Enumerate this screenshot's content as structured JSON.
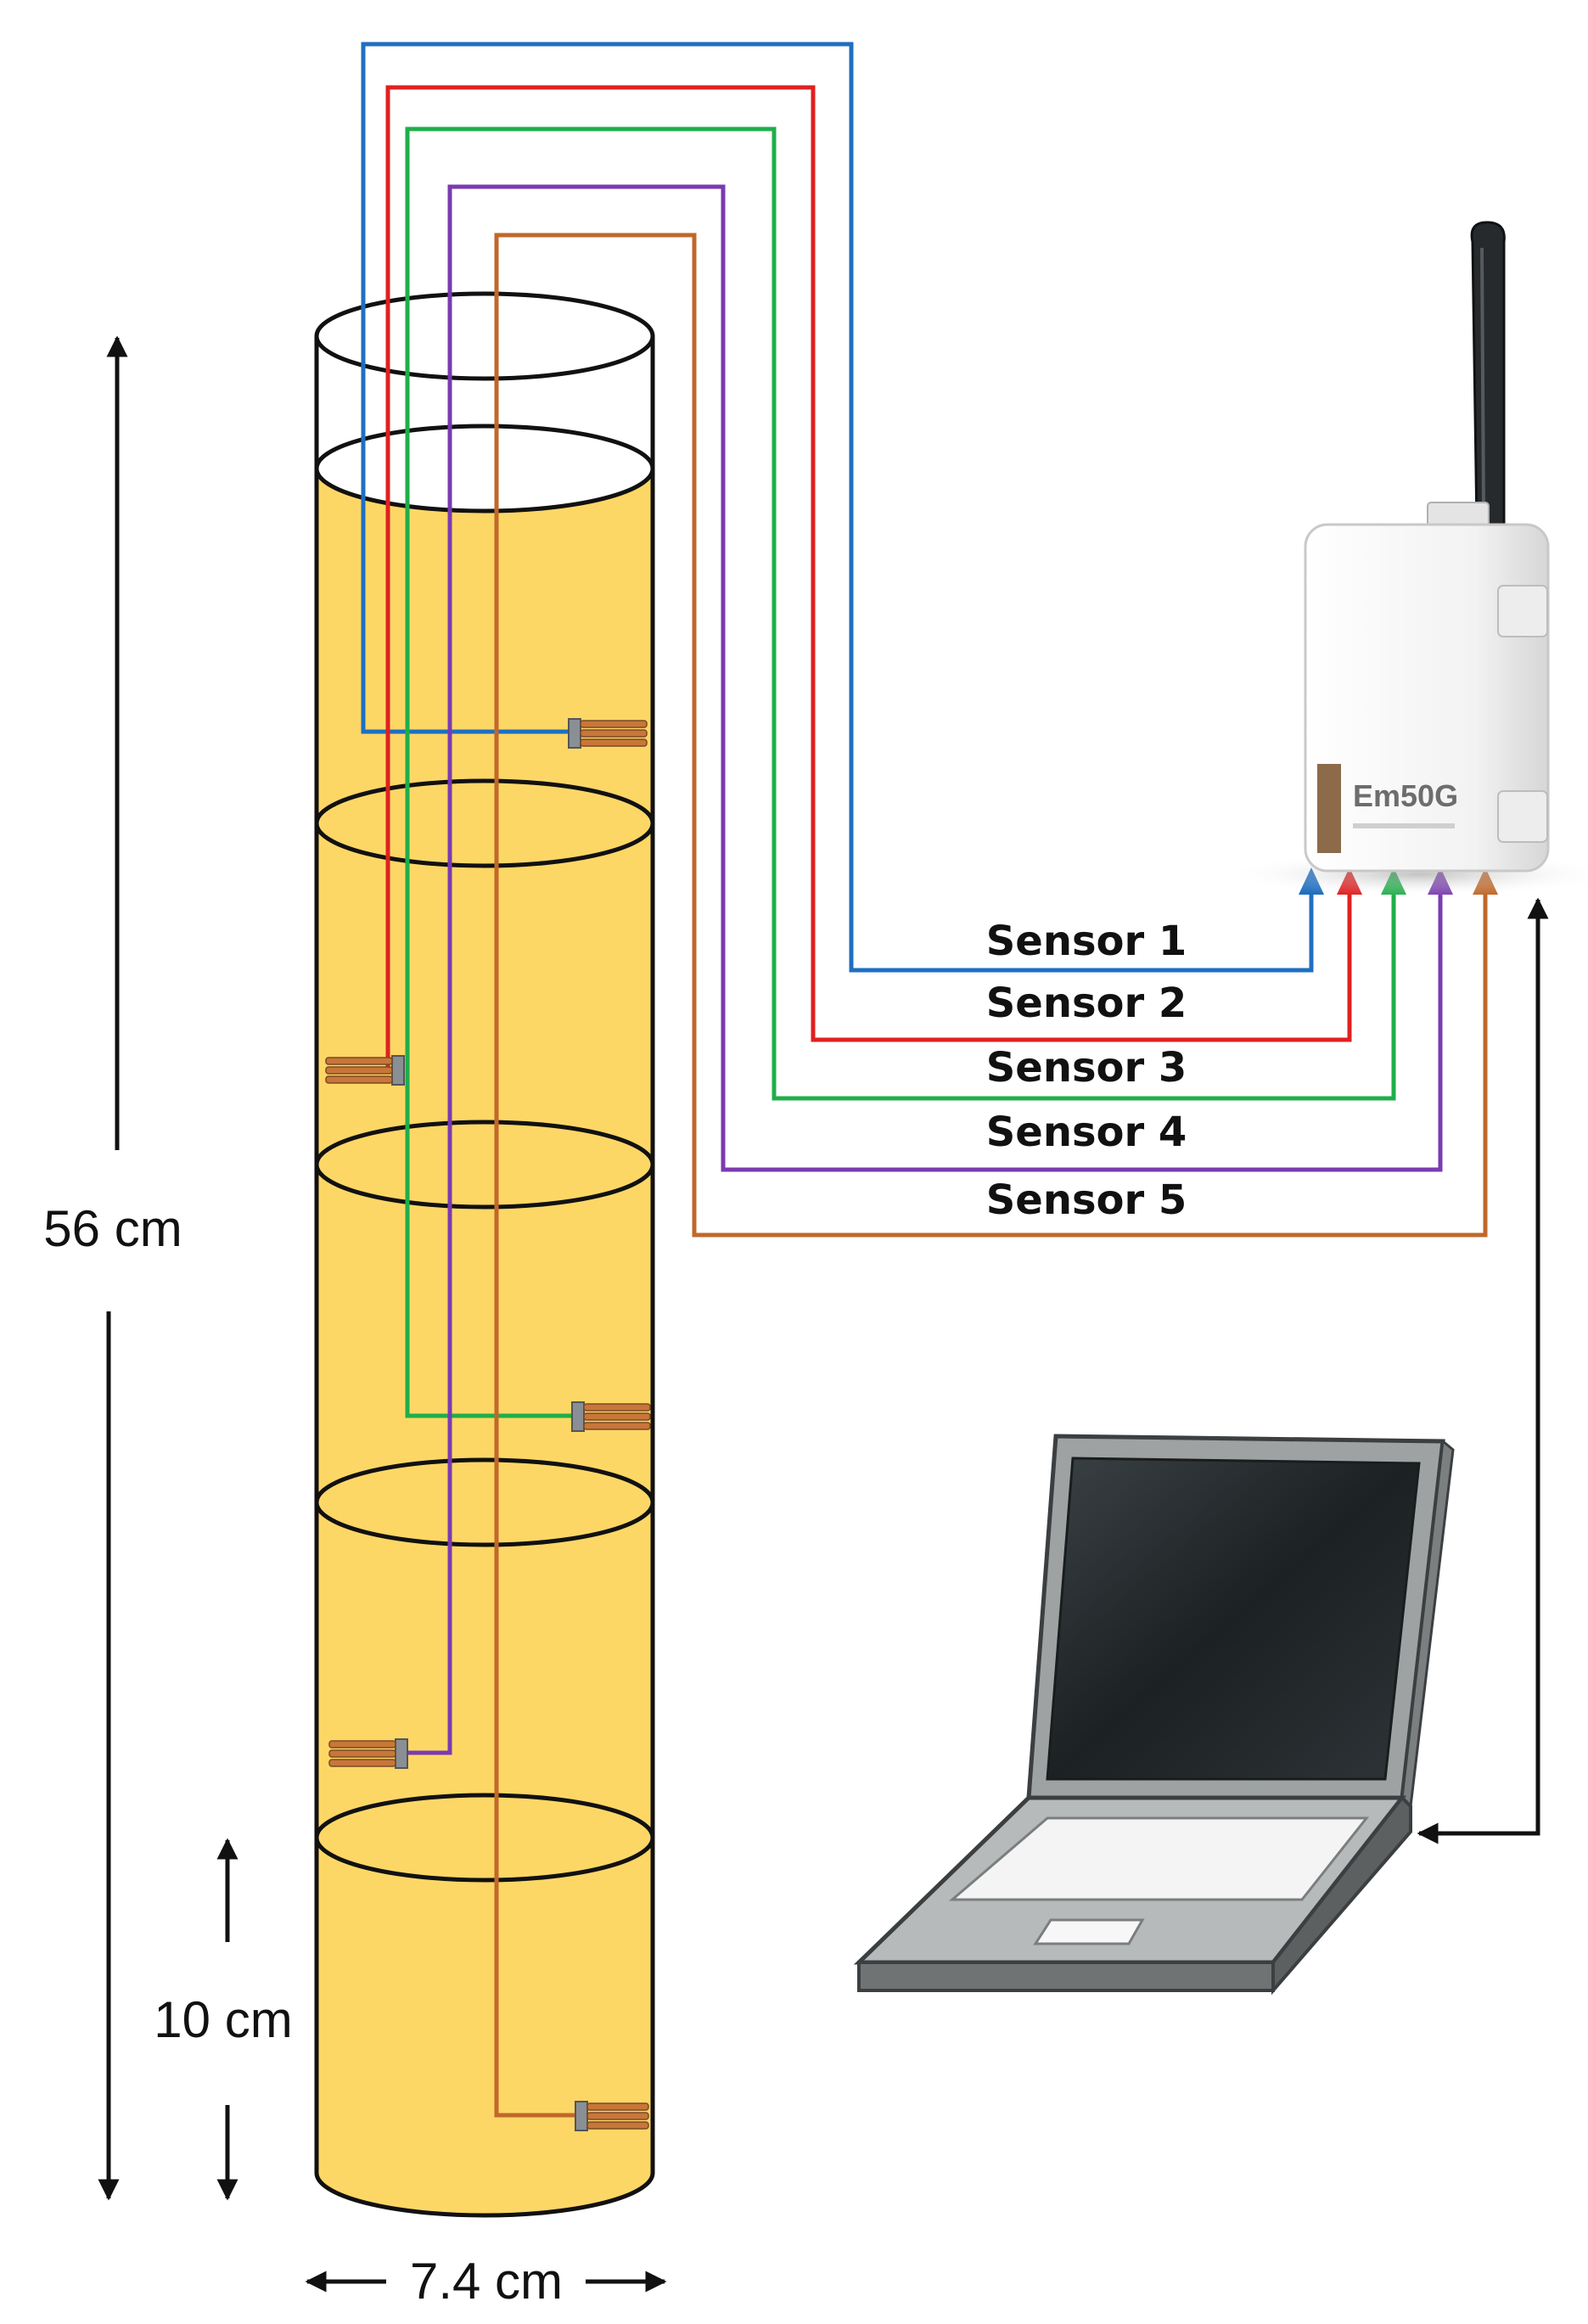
{
  "dimensions": {
    "height": "56 cm",
    "spacing": "10 cm",
    "diameter": "7.4 cm"
  },
  "sensors": [
    {
      "label": "Sensor 1",
      "color": "#1f6fc0"
    },
    {
      "label": "Sensor 2",
      "color": "#e02020"
    },
    {
      "label": "Sensor 3",
      "color": "#1fae4a"
    },
    {
      "label": "Sensor 4",
      "color": "#7a3bb0"
    },
    {
      "label": "Sensor 5",
      "color": "#c0682a"
    }
  ],
  "logger": {
    "brand": "Em50G"
  },
  "colors": {
    "soil": "#fdd766",
    "probe": "#c8763a",
    "device": "#f1f1f1",
    "laptop_body": "#9ea2a3",
    "screen": "#1f2426"
  }
}
